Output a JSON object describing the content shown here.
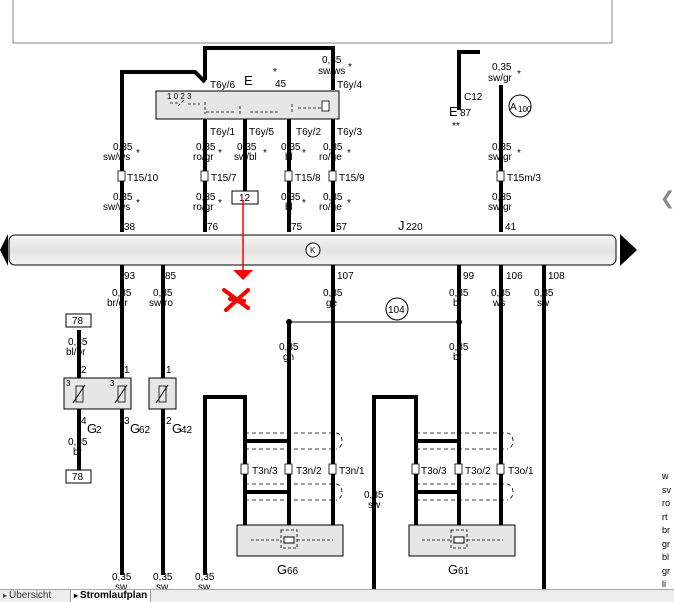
{
  "top_left_labels": {
    "e45_star": "*",
    "e45_prefix": "E",
    "e45_num": "45",
    "t6y6": "T6y/6",
    "t6y4": "T6y/4",
    "sw_ws_top_size": "0,35",
    "sw_ws_top_color": "sw/ws",
    "sw_ws_top_star": "*",
    "switch_scale": "1 0 2 3",
    "t6y1": "T6y/1",
    "t6y5": "T6y/5",
    "t6y2": "T6y/2",
    "t6y3": "T6y/3"
  },
  "upper_wires": [
    {
      "size": "0,35",
      "color": "sw/ws",
      "star": "*"
    },
    {
      "size": "0,35",
      "color": "ro/gr",
      "star": "*"
    },
    {
      "size": "0,35",
      "color": "sw/bl",
      "star": "*"
    },
    {
      "size": "0,35",
      "color": "bl",
      "star": "*"
    },
    {
      "size": "0,35",
      "color": "ro/ge",
      "star": "*"
    },
    {
      "size": "0,35",
      "color": "sw/gr",
      "star": "*"
    }
  ],
  "connectors_mid": [
    "T15/10",
    "T15/7",
    "T15/8",
    "T15/9",
    "T15m/3"
  ],
  "lower_upper_wires": [
    {
      "size": "0,35",
      "color": "sw/ws",
      "star": "*"
    },
    {
      "size": "0,35",
      "color": "ro/gr",
      "star": "*"
    },
    {
      "size": "0,35",
      "color": "bl",
      "star": "*"
    },
    {
      "size": "0,35",
      "color": "ro/ge",
      "star": "*"
    },
    {
      "size": "0,35",
      "color": "sw/gr",
      "star": ""
    }
  ],
  "box_12": "12",
  "c12": {
    "label": "C12",
    "size": "0,35",
    "color": "sw/gr",
    "star": "*",
    "e87_prefix": "E",
    "e87_num": "87",
    "stars": "**",
    "a100": "A",
    "a100_num": "100"
  },
  "bus": {
    "name_prefix": "J",
    "name_num": "220",
    "pins_top": [
      "38",
      "76",
      "75",
      "57",
      "41"
    ],
    "pins_bottom": [
      "93",
      "85",
      "107",
      "99",
      "106",
      "108"
    ],
    "symbol": "K"
  },
  "lower_wires": [
    {
      "size": "0,35",
      "color": "br/gr"
    },
    {
      "size": "0,35",
      "color": "sw/ro"
    },
    {
      "size": "0,35",
      "color": "ge"
    },
    {
      "size": "0,35",
      "color": "br"
    },
    {
      "size": "0,35",
      "color": "ws"
    },
    {
      "size": "0,35",
      "color": "sw"
    }
  ],
  "junction_104": "104",
  "gn_wire": {
    "size": "0,35",
    "color": "gn"
  },
  "br_wire": {
    "size": "0,35",
    "color": "br"
  },
  "sensor_left": {
    "ref": "78",
    "size": "0,35",
    "color": "bl/br",
    "pin2": "2",
    "pin4": "4",
    "pin1": "1",
    "pin3": "3",
    "name_g2": "G",
    "num_g2": "2",
    "name_g62": "G",
    "num_g62": "62",
    "size2": "0,35",
    "color2": "br",
    "ref2": "78"
  },
  "sensor_right": {
    "pin1": "1",
    "pin2": "2",
    "name": "G",
    "num": "42"
  },
  "pins_small": {
    "s3": "3",
    "s3b": "3"
  },
  "g66": {
    "name": "G",
    "num": "66",
    "conn1": "T3n/3",
    "conn2": "T3n/2",
    "conn3": "T3n/1"
  },
  "g61": {
    "name": "G",
    "num": "61",
    "conn1": "T3o/3",
    "conn2": "T3o/2",
    "conn3": "T3o/1"
  },
  "mid_sw": {
    "size": "0,35",
    "color": "sw"
  },
  "bottom_wires": [
    {
      "size": "0,35",
      "color": "sw"
    },
    {
      "size": "0,35",
      "color": "sw"
    },
    {
      "size": "0,35",
      "color": "sw"
    }
  ],
  "legend": [
    "w",
    "sv",
    "ro",
    "rt",
    "br",
    "gr",
    "bl",
    "gr",
    "li"
  ],
  "tabs": [
    "Übersicht",
    "Stromlaufplan"
  ],
  "colors": {
    "red": "#ff0000",
    "box_fill": "#e6e6e6",
    "bus_fill": "#e9e9e9"
  }
}
